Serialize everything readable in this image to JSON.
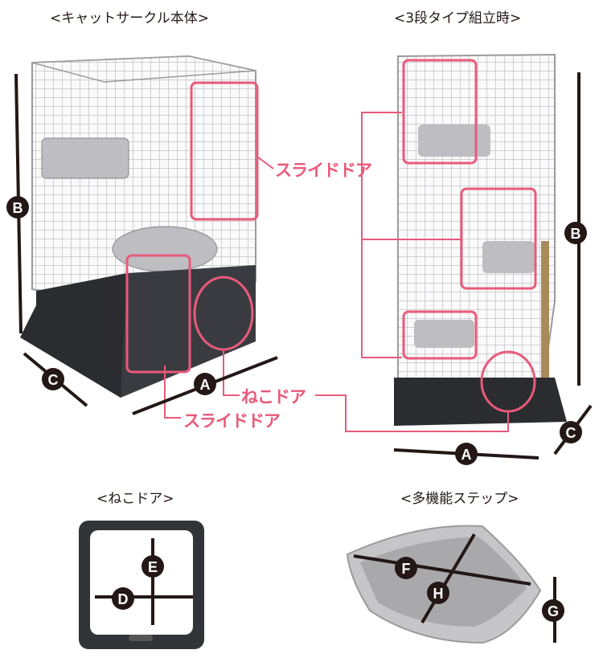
{
  "titles": {
    "main_body": "<キャットサークル本体>",
    "three_tier": "<3段タイプ組立時>",
    "cat_door": "<ねこドア>",
    "step": "<多機能ステップ>"
  },
  "callouts": {
    "slide_door_1": "スライドドア",
    "slide_door_2": "スライドドア",
    "cat_door": "ねこドア"
  },
  "dimension_labels": {
    "a": "A",
    "b": "B",
    "c": "C",
    "d": "D",
    "e": "E",
    "f": "F",
    "g": "G",
    "h": "H"
  },
  "colors": {
    "highlight": "#e95a7a",
    "cage_base": "#2b2c30",
    "wire": "#c8c8cc",
    "dimension": "#231815"
  }
}
